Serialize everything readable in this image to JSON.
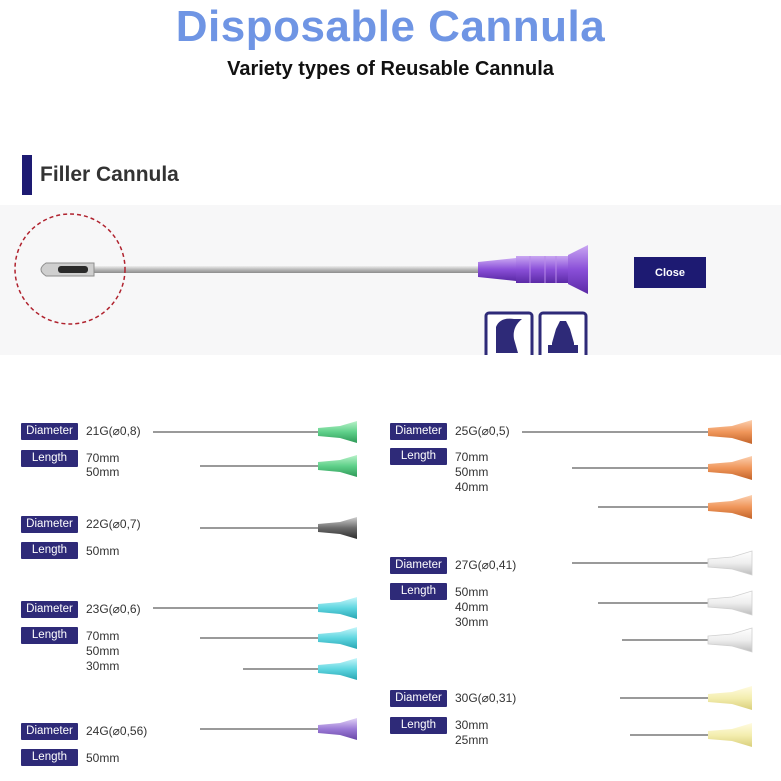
{
  "header": {
    "title": "Disposable Cannula",
    "subtitle": "Variety types of Reusable Cannula"
  },
  "section": {
    "title": "Filler Cannula"
  },
  "close_button": {
    "label": "Close"
  },
  "labels": {
    "diameter": "Diameter",
    "length": "Length"
  },
  "specs": [
    {
      "gauge": "21G(⌀0,8)",
      "lengths": [
        "70mm",
        "50mm"
      ],
      "hub_color": "#5fd08a"
    },
    {
      "gauge": "22G(⌀0,7)",
      "lengths": [
        "50mm"
      ],
      "hub_color": "#6b6b6b"
    },
    {
      "gauge": "23G(⌀0,6)",
      "lengths": [
        "70mm",
        "50mm",
        "30mm"
      ],
      "hub_color": "#5fd6e0"
    },
    {
      "gauge": "24G(⌀0,56)",
      "lengths": [
        "50mm"
      ],
      "hub_color": "#9b7ad6"
    },
    {
      "gauge": "25G(⌀0,5)",
      "lengths": [
        "70mm",
        "50mm",
        "40mm"
      ],
      "hub_color": "#f0965a"
    },
    {
      "gauge": "27G(⌀0,41)",
      "lengths": [
        "50mm",
        "40mm",
        "30mm"
      ],
      "hub_color": "#eeeeee"
    },
    {
      "gauge": "30G(⌀0,31)",
      "lengths": [
        "30mm",
        "25mm"
      ],
      "hub_color": "#f4eeb0"
    }
  ],
  "icons": [
    "luer-slip-icon",
    "luer-lock-icon"
  ]
}
